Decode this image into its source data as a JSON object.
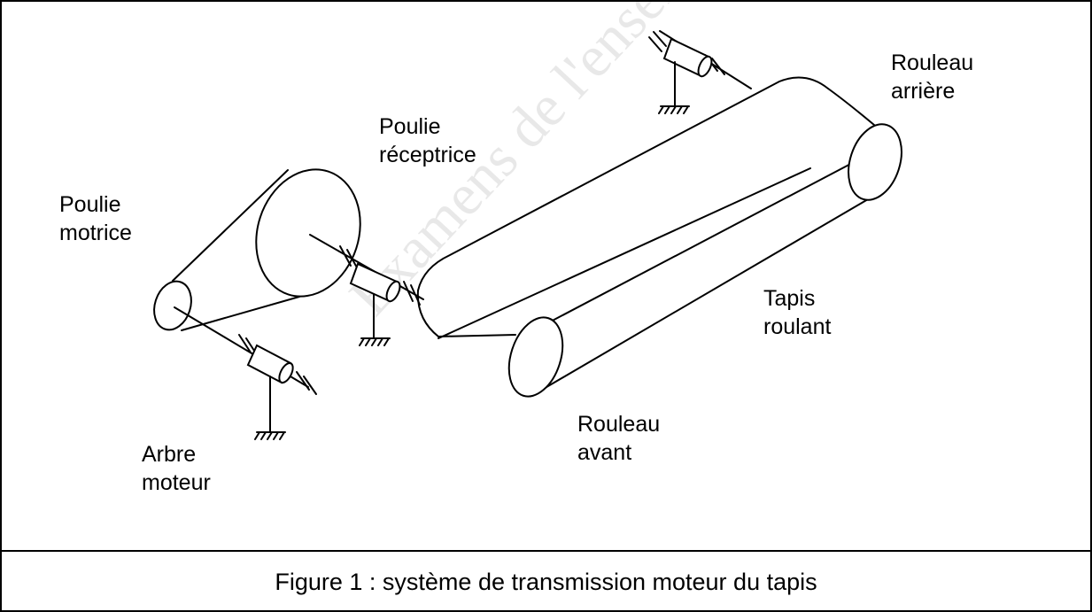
{
  "diagram": {
    "labels": {
      "poulie_motrice": [
        "Poulie",
        "motrice"
      ],
      "poulie_receptrice": [
        "Poulie",
        "réceptrice"
      ],
      "rouleau_arriere": [
        "Rouleau",
        "arrière"
      ],
      "tapis_roulant": [
        "Tapis",
        "roulant"
      ],
      "rouleau_avant": [
        "Rouleau",
        "avant"
      ],
      "arbre_moteur": [
        "Arbre",
        "moteur"
      ]
    },
    "caption": "Figure 1 : système de transmission moteur du tapis",
    "watermark": "Examens de l'enseignement professionnel"
  }
}
